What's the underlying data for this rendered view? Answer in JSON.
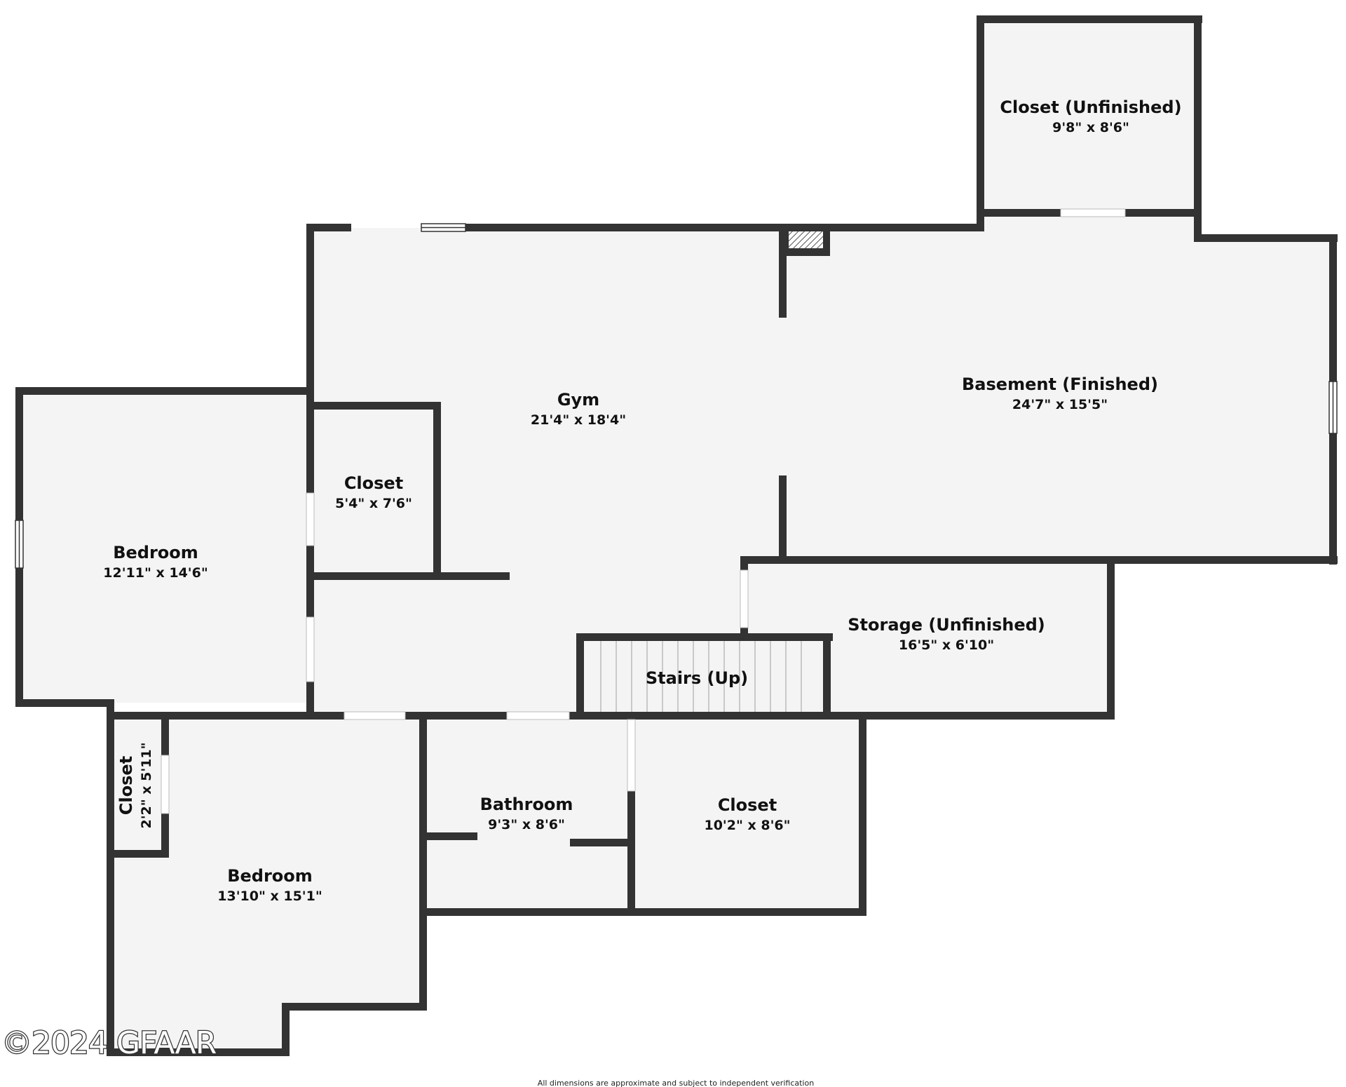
{
  "rooms": {
    "closet_unfinished": {
      "name": "Closet (Unfinished)",
      "dims": "9'8\" x 8'6\""
    },
    "gym": {
      "name": "Gym",
      "dims": "21'4\" x 18'4\""
    },
    "basement": {
      "name": "Basement (Finished)",
      "dims": "24'7\" x 15'5\""
    },
    "closet_small": {
      "name": "Closet",
      "dims": "5'4\" x 7'6\""
    },
    "bedroom_left": {
      "name": "Bedroom",
      "dims": "12'11\" x 14'6\""
    },
    "storage": {
      "name": "Storage (Unfinished)",
      "dims": "16'5\" x 6'10\""
    },
    "stairs": {
      "name": "Stairs (Up)"
    },
    "closet_narrow": {
      "name": "Closet",
      "dims": "2'2\" x 5'11\""
    },
    "bedroom_bottom": {
      "name": "Bedroom",
      "dims": "13'10\" x 15'1\""
    },
    "bathroom": {
      "name": "Bathroom",
      "dims": "9'3\" x 8'6\""
    },
    "closet_bottom": {
      "name": "Closet",
      "dims": "10'2\" x 8'6\""
    }
  },
  "watermark": "©2024 GFAAR",
  "disclaimer": "All dimensions are approximate and subject to independent verification",
  "colors": {
    "wall": "#333333",
    "floor": "#f4f4f4",
    "opening": "#ffffff",
    "background": "#ffffff",
    "text": "#111111"
  }
}
